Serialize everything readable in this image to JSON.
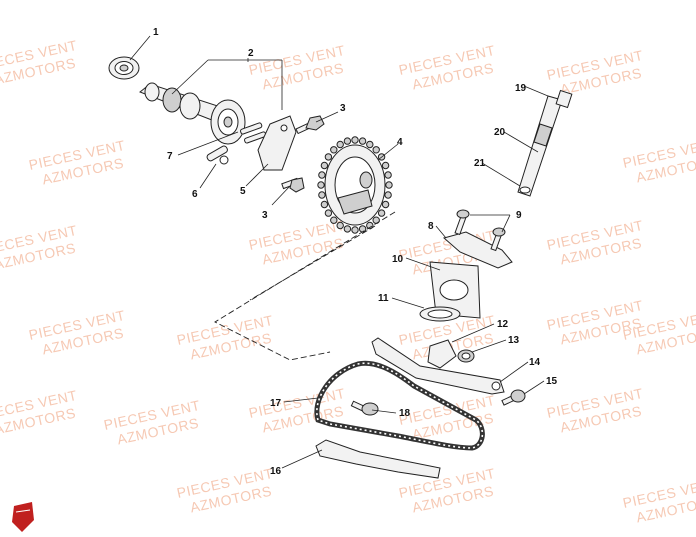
{
  "watermark": {
    "line1": "PIECES VENT",
    "line2": "AZMOTORS",
    "color": "#f6c9b4"
  },
  "callouts": [
    "1",
    "2",
    "3",
    "3",
    "4",
    "5",
    "6",
    "7",
    "8",
    "9",
    "10",
    "11",
    "12",
    "13",
    "14",
    "15",
    "16",
    "17",
    "18",
    "19",
    "20",
    "21"
  ],
  "logo": {
    "name": "azmotors-shield-logo",
    "color": "#c0201f"
  }
}
